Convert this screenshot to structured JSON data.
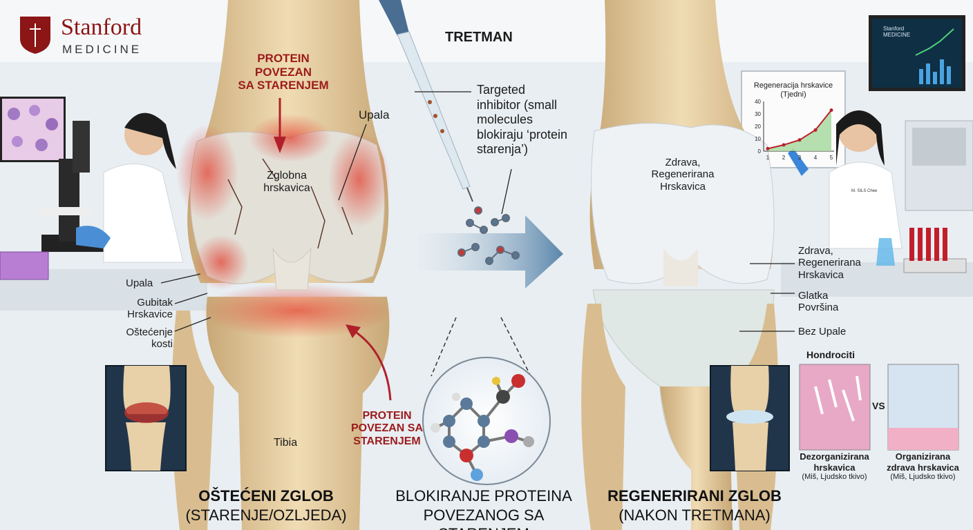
{
  "brand": {
    "name": "Stanford",
    "sub": "MEDICINE",
    "color": "#8c1515"
  },
  "treatment_title": "TRETMAN",
  "left": {
    "protein_top": [
      "PROTEIN",
      "POVEZAN",
      "SA STARENJEM"
    ],
    "upala_top": "Upala",
    "cartilage": [
      "Zglobna",
      "hrskavica"
    ],
    "upala": "Upala",
    "gubitak": [
      "Gubitak",
      "Hrskavice"
    ],
    "ostecenje": [
      "Oštećenje",
      "kosti"
    ],
    "protein_bottom": [
      "PROTEIN",
      "POVEZAN SA",
      "STARENJEM"
    ],
    "tibia": "Tibia",
    "caption_title": "OŠTEĆENI ZGLOB",
    "caption_sub": "(STARENJE/OZLJEDA)"
  },
  "center": {
    "inhibitor": [
      "Targeted",
      "inhibitor (small",
      "molecules",
      "blokiraju ‘protein",
      "starenja’)"
    ],
    "caption_title": "BLOKIRANJE PROTEINA",
    "caption_sub": "POVEZANOG SA STARENJEM"
  },
  "right": {
    "chart_title": [
      "Regeneracija hrskavice",
      "(Tjedni)"
    ],
    "monitor_text": [
      "Stanford",
      "MEDICINE"
    ],
    "badge": "M. SILS Chee",
    "cartilage_inner": [
      "Zdrava,",
      "Regenerirana",
      "Hrskavica"
    ],
    "zdrava": [
      "Zdrava,",
      "Regenerirana",
      "Hrskavica"
    ],
    "glatka": [
      "Glatka",
      "Površina"
    ],
    "bez": "Bez Upale",
    "hondrociti": "Hondrociti",
    "vs": "VS",
    "dezorg": [
      "Dezorganizirana",
      "hrskavica"
    ],
    "organ": [
      "Organizirana",
      "zdrava hrskavica"
    ],
    "tkivo1": "(Miš, Ljudsko tkivo)",
    "tkivo2": "(Miš, Ljudsko tkivo)",
    "caption_title": "REGENERIRANI ZGLOB",
    "caption_sub": "(NAKON TRETMANA)"
  },
  "chart_data": {
    "type": "area",
    "title": "Regeneracija hrskavice (Tjedni)",
    "x": [
      1,
      2,
      3,
      4,
      5
    ],
    "xticks": [
      "1",
      "2",
      "3",
      "4",
      "5"
    ],
    "yticks": [
      "40",
      "30",
      "20",
      "10",
      "0"
    ],
    "ylim": [
      0,
      40
    ],
    "series": [
      {
        "values": [
          2,
          5,
          9,
          17,
          33
        ]
      }
    ],
    "colors": {
      "line": "#b8222a",
      "fill": "#a8d9a0"
    }
  }
}
